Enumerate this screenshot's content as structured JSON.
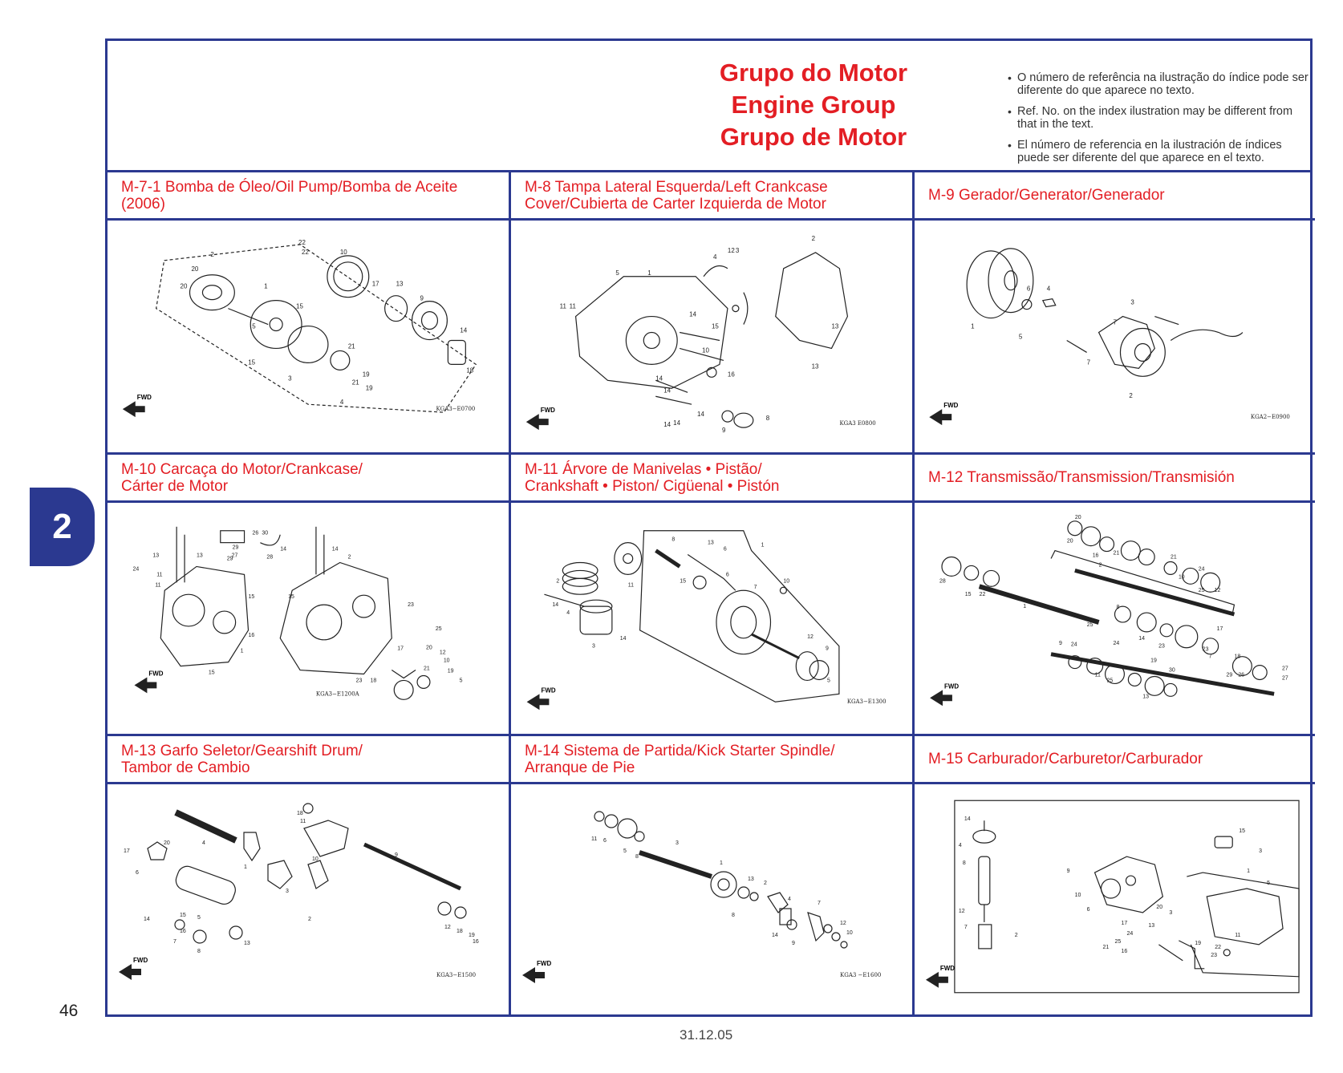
{
  "header": {
    "titles": [
      "Grupo do Motor",
      "Engine Group",
      "Grupo de Motor"
    ],
    "notes": [
      "O número de referência na ilustração do índice pode ser diferente do que aparece no texto.",
      "Ref. No. on the index ilustration may be different from that in the text.",
      "El número de referencia en la ilustración de índices puede ser diferente del que aparece en el texto."
    ]
  },
  "sections": [
    {
      "title": "M-7-1 Bomba de Óleo/Oil Pump/Bomba de Aceite\n        (2006)",
      "code": "KGA3−E0700",
      "fwd": "FWD"
    },
    {
      "title": "M-8 Tampa Lateral Esquerda/Left Crankcase\n       Cover/Cubierta de Carter Izquierda de Motor",
      "code": "KGA3  E0800",
      "fwd": "FWD"
    },
    {
      "title": "M-9 Gerador/Generator/Generador",
      "code": "KGA2−E0900",
      "fwd": "FWD"
    },
    {
      "title": "M-10 Carcaça do Motor/Crankcase/\n        Cárter de Motor",
      "code": "KGA3−E1200A",
      "fwd": "FWD"
    },
    {
      "title": "M-11 Árvore de Manivelas • Pistão/\n        Crankshaft • Piston/ Cigüenal • Pistón",
      "code": "KGA3−E1300",
      "fwd": "FWD"
    },
    {
      "title": "M-12 Transmissão/Transmission/Transmisión",
      "code": "",
      "fwd": "FWD"
    },
    {
      "title": "M-13 Garfo Seletor/Gearshift Drum/\n        Tambor de Cambio",
      "code": "KGA3−E1500",
      "fwd": "FWD"
    },
    {
      "title": "M-14 Sistema de Partida/Kick Starter Spindle/\n        Arranque de Pie",
      "code": "KGA3 −E1600",
      "fwd": "FWD"
    },
    {
      "title": "M-15 Carburador/Carburetor/Carburador",
      "code": "",
      "fwd": "FWD"
    }
  ],
  "side_tab": "2",
  "page_number": "46",
  "footer_date": "31.12.05"
}
